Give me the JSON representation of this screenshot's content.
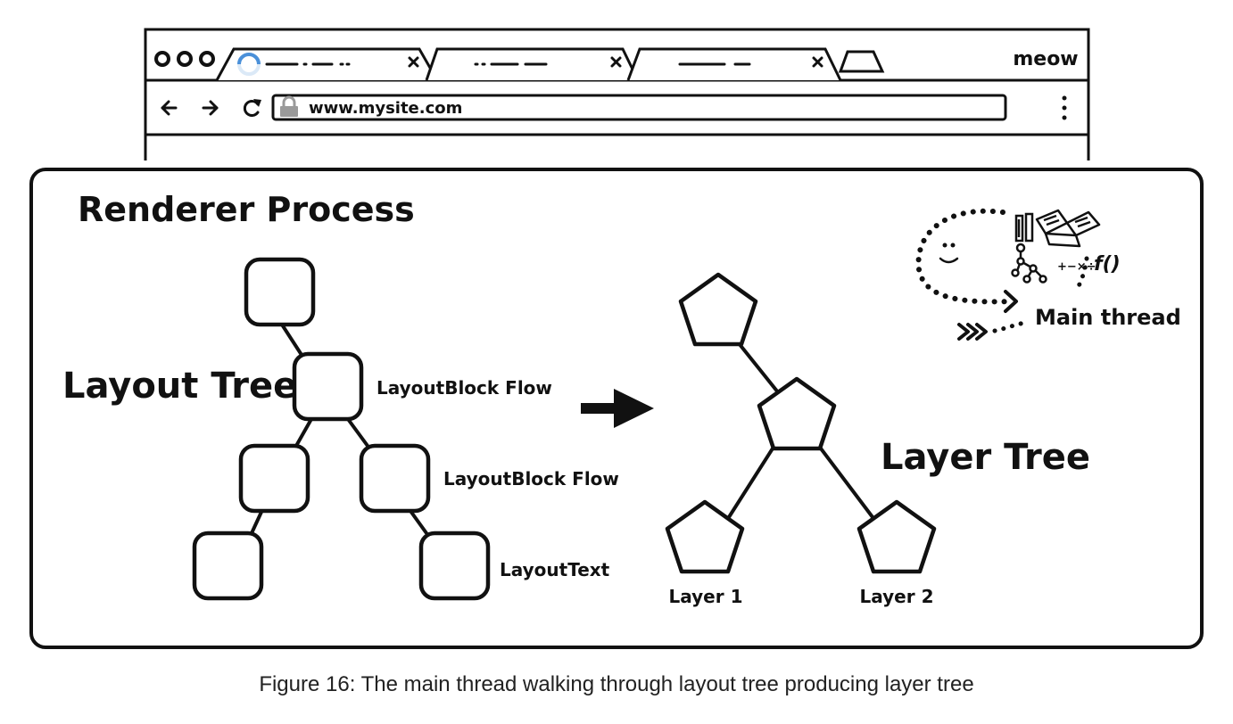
{
  "browser": {
    "address_url": "www.mysite.com",
    "brand": "meow",
    "icons": {
      "window_controls": "window-dots-icon",
      "loading": "loading-spinner-icon",
      "back": "back-arrow-icon",
      "forward": "forward-arrow-icon",
      "reload": "reload-icon",
      "lock": "lock-icon",
      "menu": "kebab-menu-icon",
      "tab_close": "close-icon",
      "new_tab": "new-tab-icon"
    }
  },
  "renderer": {
    "title": "Renderer Process",
    "layout_tree": {
      "label": "Layout Tree",
      "node_labels": [
        "LayoutBlock Flow",
        "LayoutBlock Flow",
        "LayoutText"
      ]
    },
    "layer_tree": {
      "label": "Layer Tree",
      "node_labels": [
        "Layer 1",
        "Layer 2"
      ]
    },
    "main_thread": {
      "label": "Main thread",
      "math_text": "f()",
      "ops_text": "+−×÷"
    }
  },
  "caption": "Figure 16: The main thread walking through layout tree producing layer tree"
}
